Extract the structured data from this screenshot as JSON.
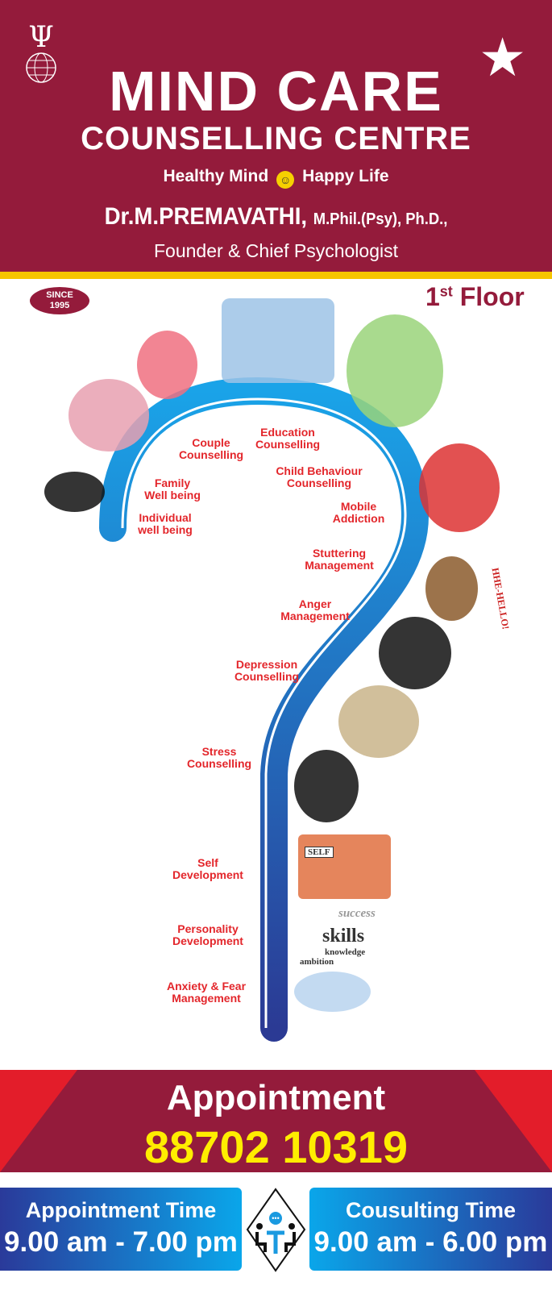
{
  "header": {
    "logo": "psi-globe-logo",
    "title": "MIND CARE",
    "subtitle": "COUNSELLING CENTRE",
    "tagline_left": "Healthy Mind",
    "tagline_right": "Happy Life",
    "doctor_name": "Dr.M.PREMAVATHI,",
    "qualifications": "M.Phil.(Psy), Ph.D.,",
    "role": "Founder & Chief Psychologist"
  },
  "badges": {
    "since_label": "SINCE",
    "since_year": "1995",
    "floor_num": "1",
    "floor_sup": "st",
    "floor_word": "Floor"
  },
  "services": [
    "Couple\nCounselling",
    "Education\nCounselling",
    "Family\nWell being",
    "Child Behaviour\nCounselling",
    "Individual\nwell being",
    "Mobile\nAddiction",
    "Stuttering\nManagement",
    "Anger\nManagement",
    "Depression\nCounselling",
    "Stress\nCounselling",
    "Self\nDevelopment",
    "Personality\nDevelopment",
    "Anxiety & Fear\nManagement"
  ],
  "illustration_text": {
    "hello": "HHE-HELLO!",
    "self": "SELF",
    "success": "success",
    "skills": "skills",
    "knowledge": "knowledge",
    "ambition": "ambition"
  },
  "appointment": {
    "label": "Appointment",
    "phone": "88702 10319"
  },
  "timings": {
    "appointment_label": "Appointment Time",
    "appointment_value": "9.00 am - 7.00 pm",
    "consulting_label": "Cousulting Time",
    "consulting_value": "9.00 am - 6.00 pm"
  },
  "colors": {
    "maroon": "#941b3b",
    "yellow": "#f6c500",
    "red": "#e3262b",
    "blue": "#0aa6ea",
    "navy": "#2a3a9a"
  }
}
